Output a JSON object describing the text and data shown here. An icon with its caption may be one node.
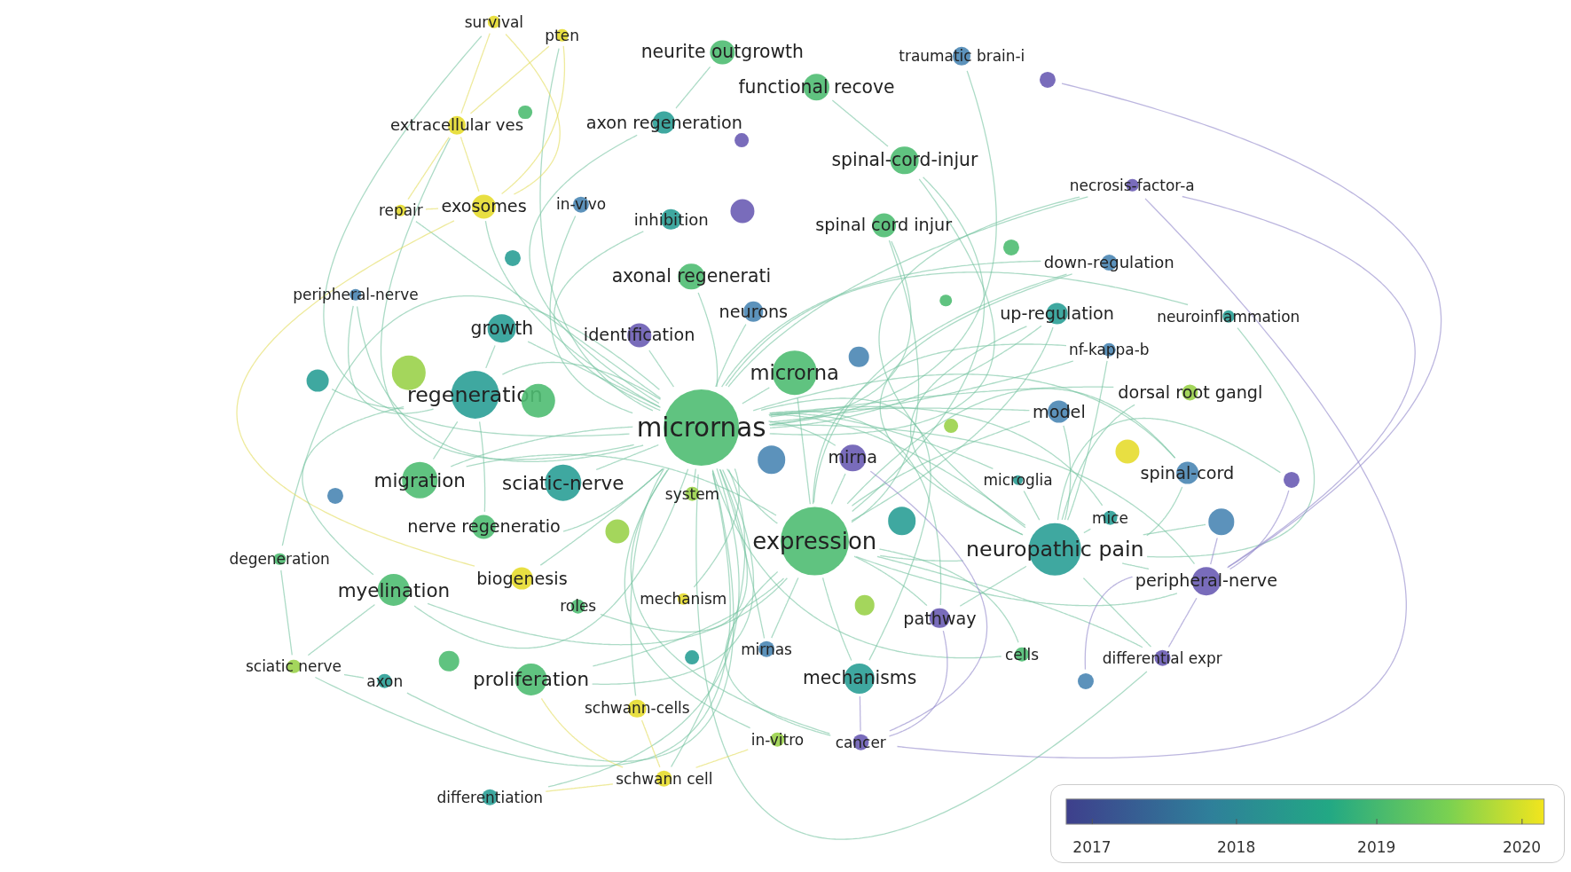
{
  "diagram": {
    "nodes": [
      {
        "text": [
          "survival"
        ]
      },
      {
        "text": [
          "pten"
        ]
      },
      {
        "text": [
          "neurite outgrowth"
        ]
      },
      {
        "text": [
          "traumatic brain-i"
        ]
      },
      {
        "text": [],
        "shape": "circle"
      },
      {
        "text": [
          "functional recove"
        ]
      },
      {
        "text": [],
        "shape": "circle"
      },
      {
        "text": [
          "extracellular ves"
        ]
      },
      {
        "text": [
          "axon regeneration"
        ]
      },
      {
        "text": [],
        "shape": "circle"
      },
      {
        "text": [
          "spinal-cord-injur"
        ]
      },
      {
        "text": [
          "necrosis-factor-a"
        ]
      },
      {
        "text": [
          "repair"
        ]
      },
      {
        "text": [
          "exosomes"
        ]
      },
      {
        "text": [
          "in-vivo"
        ]
      },
      {
        "text": [
          "inhibition"
        ]
      },
      {
        "text": [],
        "shape": "circle"
      },
      {
        "text": [
          "spinal cord injur"
        ]
      },
      {
        "text": [],
        "shape": "circle"
      },
      {
        "text": [
          "down-regulation"
        ]
      },
      {
        "text": [],
        "shape": "circle"
      },
      {
        "text": [
          "axonal regenerati"
        ]
      },
      {
        "text": [
          "peripheral-nerve"
        ]
      },
      {
        "text": [],
        "shape": "circle"
      },
      {
        "text": [
          "growth"
        ]
      },
      {
        "text": [
          "identification"
        ]
      },
      {
        "text": [
          "neurons"
        ]
      },
      {
        "text": [
          "up-regulation"
        ]
      },
      {
        "text": [
          "neuroinflammation"
        ]
      },
      {
        "text": [
          "nf-kappa-b"
        ]
      },
      {
        "text": [],
        "shape": "circle"
      },
      {
        "text": [],
        "shape": "circle"
      },
      {
        "text": [],
        "shape": "circle"
      },
      {
        "text": [
          "microrna"
        ]
      },
      {
        "text": [
          "regeneration"
        ]
      },
      {
        "text": [],
        "shape": "circle"
      },
      {
        "text": [
          "dorsal root gangl"
        ]
      },
      {
        "text": [
          "micrornas"
        ]
      },
      {
        "text": [
          "model"
        ]
      },
      {
        "text": [],
        "shape": "circle"
      },
      {
        "text": [],
        "shape": "circle"
      },
      {
        "text": [
          "mirna"
        ]
      },
      {
        "text": [],
        "shape": "circle"
      },
      {
        "text": [],
        "shape": "circle"
      },
      {
        "text": [
          "migration"
        ]
      },
      {
        "text": [
          "sciatic-nerve"
        ]
      },
      {
        "text": [
          "system"
        ]
      },
      {
        "text": [
          "microglia"
        ]
      },
      {
        "text": [
          "spinal-cord"
        ]
      },
      {
        "text": [],
        "shape": "circle"
      },
      {
        "text": [
          "mice"
        ]
      },
      {
        "text": [],
        "shape": "circle"
      },
      {
        "text": [],
        "shape": "circle"
      },
      {
        "text": [
          "nerve regeneratio"
        ]
      },
      {
        "text": [
          "expression"
        ]
      },
      {
        "text": [
          "neuropathic pain"
        ]
      },
      {
        "text": [],
        "shape": "circle"
      },
      {
        "text": [
          "degeneration"
        ]
      },
      {
        "text": [
          "biogenesis"
        ]
      },
      {
        "text": [
          "myelination"
        ]
      },
      {
        "text": [
          "peripheral-nerve"
        ]
      },
      {
        "text": [
          "roles"
        ]
      },
      {
        "text": [
          "mechanism"
        ]
      },
      {
        "text": [],
        "shape": "circle"
      },
      {
        "text": [
          "pathway"
        ]
      },
      {
        "text": [],
        "shape": "circle"
      },
      {
        "text": [],
        "shape": "circle"
      },
      {
        "text": [
          "mirnas"
        ]
      },
      {
        "text": [
          "cells"
        ]
      },
      {
        "text": [
          "differential expr"
        ]
      },
      {
        "text": [
          "sciatic nerve"
        ]
      },
      {
        "text": [
          "axon"
        ]
      },
      {
        "text": [
          "proliferation"
        ]
      },
      {
        "text": [
          "mechanisms"
        ]
      },
      {
        "text": [],
        "shape": "circle"
      },
      {
        "text": [
          "schwann-cells"
        ]
      },
      {
        "text": [
          "in-vitro"
        ]
      },
      {
        "text": [
          "cancer"
        ]
      },
      {
        "text": [
          "schwann cell"
        ]
      },
      {
        "text": [
          "differentiation"
        ]
      }
    ],
    "edges": [
      {
        "from": 37,
        "to": 0,
        "arrow": "none"
      },
      {
        "from": 37,
        "to": 1,
        "arrow": "none"
      },
      {
        "from": 8,
        "to": 2,
        "arrow": "none"
      },
      {
        "from": 37,
        "to": 3,
        "arrow": "none"
      },
      {
        "from": 10,
        "to": 5,
        "arrow": "none"
      },
      {
        "from": 37,
        "to": 7,
        "arrow": "none"
      },
      {
        "from": 37,
        "to": 8,
        "arrow": "none"
      },
      {
        "from": 37,
        "to": 10,
        "arrow": "none"
      },
      {
        "from": 37,
        "to": 11,
        "arrow": "none"
      },
      {
        "from": 37,
        "to": 12,
        "arrow": "none"
      },
      {
        "from": 37,
        "to": 13,
        "arrow": "none"
      },
      {
        "from": 37,
        "to": 14,
        "arrow": "none"
      },
      {
        "from": 37,
        "to": 15,
        "arrow": "none"
      },
      {
        "from": 37,
        "to": 17,
        "arrow": "none"
      },
      {
        "from": 37,
        "to": 19,
        "arrow": "none"
      },
      {
        "from": 37,
        "to": 21,
        "arrow": "none"
      },
      {
        "from": 37,
        "to": 22,
        "arrow": "none"
      },
      {
        "from": 37,
        "to": 24,
        "arrow": "none"
      },
      {
        "from": 37,
        "to": 25,
        "arrow": "none"
      },
      {
        "from": 37,
        "to": 26,
        "arrow": "none"
      },
      {
        "from": 37,
        "to": 27,
        "arrow": "none"
      },
      {
        "from": 37,
        "to": 28,
        "arrow": "none"
      },
      {
        "from": 37,
        "to": 29,
        "arrow": "none"
      },
      {
        "from": 37,
        "to": 33,
        "arrow": "none"
      },
      {
        "from": 37,
        "to": 34,
        "arrow": "none"
      },
      {
        "from": 37,
        "to": 36,
        "arrow": "none"
      },
      {
        "from": 37,
        "to": 38,
        "arrow": "none"
      },
      {
        "from": 37,
        "to": 41,
        "arrow": "none"
      },
      {
        "from": 37,
        "to": 44,
        "arrow": "none"
      },
      {
        "from": 37,
        "to": 45,
        "arrow": "none"
      },
      {
        "from": 37,
        "to": 46,
        "arrow": "none"
      },
      {
        "from": 37,
        "to": 47,
        "arrow": "none"
      },
      {
        "from": 37,
        "to": 48,
        "arrow": "none"
      },
      {
        "from": 37,
        "to": 50,
        "arrow": "none"
      },
      {
        "from": 37,
        "to": 53,
        "arrow": "none"
      },
      {
        "from": 37,
        "to": 54,
        "arrow": "none"
      },
      {
        "from": 37,
        "to": 55,
        "arrow": "none"
      },
      {
        "from": 37,
        "to": 57,
        "arrow": "none"
      },
      {
        "from": 37,
        "to": 58,
        "arrow": "none"
      },
      {
        "from": 37,
        "to": 59,
        "arrow": "none"
      },
      {
        "from": 37,
        "to": 60,
        "arrow": "none"
      },
      {
        "from": 37,
        "to": 61,
        "arrow": "none"
      },
      {
        "from": 37,
        "to": 62,
        "arrow": "none"
      },
      {
        "from": 37,
        "to": 64,
        "arrow": "none"
      },
      {
        "from": 37,
        "to": 67,
        "arrow": "none"
      },
      {
        "from": 37,
        "to": 68,
        "arrow": "none"
      },
      {
        "from": 37,
        "to": 69,
        "arrow": "none"
      },
      {
        "from": 37,
        "to": 70,
        "arrow": "none"
      },
      {
        "from": 37,
        "to": 71,
        "arrow": "none"
      },
      {
        "from": 37,
        "to": 72,
        "arrow": "none"
      },
      {
        "from": 37,
        "to": 73,
        "arrow": "none"
      },
      {
        "from": 37,
        "to": 75,
        "arrow": "none"
      },
      {
        "from": 37,
        "to": 76,
        "arrow": "none"
      },
      {
        "from": 37,
        "to": 77,
        "arrow": "none"
      },
      {
        "from": 37,
        "to": 78,
        "arrow": "none"
      },
      {
        "from": 37,
        "to": 79,
        "arrow": "none"
      },
      {
        "from": 54,
        "to": 10,
        "arrow": "none"
      },
      {
        "from": 54,
        "to": 17,
        "arrow": "none"
      },
      {
        "from": 54,
        "to": 19,
        "arrow": "none"
      },
      {
        "from": 54,
        "to": 27,
        "arrow": "none"
      },
      {
        "from": 54,
        "to": 29,
        "arrow": "none"
      },
      {
        "from": 54,
        "to": 33,
        "arrow": "none"
      },
      {
        "from": 54,
        "to": 38,
        "arrow": "none"
      },
      {
        "from": 54,
        "to": 41,
        "arrow": "none"
      },
      {
        "from": 54,
        "to": 48,
        "arrow": "none"
      },
      {
        "from": 54,
        "to": 55,
        "arrow": "none"
      },
      {
        "from": 54,
        "to": 60,
        "arrow": "none"
      },
      {
        "from": 54,
        "to": 64,
        "arrow": "none"
      },
      {
        "from": 54,
        "to": 67,
        "arrow": "none"
      },
      {
        "from": 54,
        "to": 68,
        "arrow": "none"
      },
      {
        "from": 54,
        "to": 69,
        "arrow": "none"
      },
      {
        "from": 54,
        "to": 72,
        "arrow": "none"
      },
      {
        "from": 54,
        "to": 73,
        "arrow": "none"
      },
      {
        "from": 54,
        "to": 77,
        "arrow": "none"
      },
      {
        "from": 54,
        "to": 59,
        "arrow": "none"
      },
      {
        "from": 54,
        "to": 44,
        "arrow": "none"
      },
      {
        "from": 55,
        "to": 11,
        "arrow": "none"
      },
      {
        "from": 55,
        "to": 19,
        "arrow": "none"
      },
      {
        "from": 55,
        "to": 27,
        "arrow": "none"
      },
      {
        "from": 55,
        "to": 28,
        "arrow": "none"
      },
      {
        "from": 55,
        "to": 29,
        "arrow": "none"
      },
      {
        "from": 55,
        "to": 36,
        "arrow": "none"
      },
      {
        "from": 55,
        "to": 38,
        "arrow": "none"
      },
      {
        "from": 55,
        "to": 48,
        "arrow": "none"
      },
      {
        "from": 55,
        "to": 50,
        "arrow": "none"
      },
      {
        "from": 55,
        "to": 60,
        "arrow": "none"
      },
      {
        "from": 55,
        "to": 64,
        "arrow": "none"
      },
      {
        "from": 55,
        "to": 69,
        "arrow": "none"
      },
      {
        "from": 55,
        "to": 43,
        "arrow": "none"
      },
      {
        "from": 55,
        "to": 51,
        "arrow": "none"
      },
      {
        "from": 55,
        "to": 47,
        "arrow": "none"
      },
      {
        "from": 60,
        "to": 4,
        "arrow": "none",
        "color": "#8f86c9"
      },
      {
        "from": 60,
        "to": 11,
        "arrow": "none",
        "color": "#8f86c9"
      },
      {
        "from": 60,
        "to": 43,
        "arrow": "none",
        "color": "#8f86c9"
      },
      {
        "from": 60,
        "to": 51,
        "arrow": "none",
        "color": "#8f86c9"
      },
      {
        "from": 60,
        "to": 69,
        "arrow": "none",
        "color": "#8f86c9"
      },
      {
        "from": 60,
        "to": 74,
        "arrow": "none",
        "color": "#8f86c9"
      },
      {
        "from": 77,
        "to": 64,
        "arrow": "none",
        "color": "#8f86c9"
      },
      {
        "from": 77,
        "to": 73,
        "arrow": "none",
        "color": "#8f86c9"
      },
      {
        "from": 77,
        "to": 41,
        "arrow": "none",
        "color": "#8f86c9"
      },
      {
        "from": 77,
        "to": 11,
        "arrow": "none",
        "color": "#8f86c9"
      },
      {
        "from": 78,
        "to": 75,
        "arrow": "none",
        "color": "#e2dc5a"
      },
      {
        "from": 78,
        "to": 76,
        "arrow": "none",
        "color": "#e2dc5a"
      },
      {
        "from": 78,
        "to": 72,
        "arrow": "none",
        "color": "#e2dc5a"
      },
      {
        "from": 78,
        "to": 79,
        "arrow": "none",
        "color": "#e2dc5a"
      },
      {
        "from": 13,
        "to": 7,
        "arrow": "none",
        "color": "#e2dc5a"
      },
      {
        "from": 13,
        "to": 12,
        "arrow": "none",
        "color": "#e2dc5a"
      },
      {
        "from": 13,
        "to": 0,
        "arrow": "none",
        "color": "#e2dc5a"
      },
      {
        "from": 13,
        "to": 1,
        "arrow": "none",
        "color": "#e2dc5a"
      },
      {
        "from": 13,
        "to": 58,
        "arrow": "none",
        "color": "#e2dc5a"
      },
      {
        "from": 7,
        "to": 0,
        "arrow": "none",
        "color": "#e2dc5a"
      },
      {
        "from": 7,
        "to": 1,
        "arrow": "none",
        "color": "#e2dc5a"
      },
      {
        "from": 7,
        "to": 12,
        "arrow": "none",
        "color": "#e2dc5a"
      },
      {
        "from": 70,
        "to": 71,
        "arrow": "none"
      },
      {
        "from": 70,
        "to": 57,
        "arrow": "none"
      },
      {
        "from": 70,
        "to": 59,
        "arrow": "none"
      },
      {
        "from": 34,
        "to": 24,
        "arrow": "none"
      },
      {
        "from": 34,
        "to": 44,
        "arrow": "none"
      },
      {
        "from": 34,
        "to": 59,
        "arrow": "none"
      },
      {
        "from": 34,
        "to": 31,
        "arrow": "none"
      },
      {
        "from": 34,
        "to": 22,
        "arrow": "none"
      },
      {
        "from": 34,
        "to": 53,
        "arrow": "none"
      }
    ],
    "labels": [
      "2017",
      "2018",
      "2019",
      "2020"
    ]
  }
}
